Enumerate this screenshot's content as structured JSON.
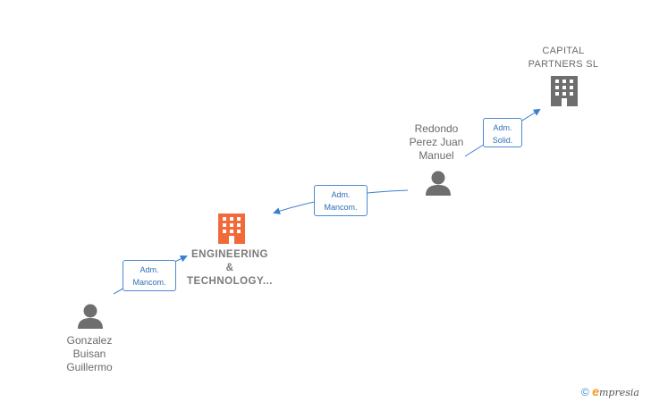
{
  "nodes": {
    "capital": {
      "label": "CAPITAL\nPARTNERS  SL",
      "icon": "building-icon",
      "color": "#6e6e6e"
    },
    "redondo": {
      "label": "Redondo\nPerez Juan\nManuel",
      "icon": "person-icon",
      "color": "#6e6e6e"
    },
    "engineering": {
      "label": "ENGINEERING\n&\nTECHNOLOGY...",
      "icon": "building-icon",
      "color": "#f26a3a"
    },
    "gonzalez": {
      "label": "Gonzalez\nBuisan\nGuillermo",
      "icon": "person-icon",
      "color": "#6e6e6e"
    }
  },
  "relations": {
    "r1": {
      "line1": "Adm.",
      "line2": "Solid."
    },
    "r2": {
      "line1": "Adm.",
      "line2": "Mancom."
    },
    "r3": {
      "line1": "Adm.",
      "line2": "Mancom."
    }
  },
  "colors": {
    "edge": "#3a7fd0"
  },
  "footer": {
    "copyright": "©",
    "brand_e": "e",
    "brand_rest": "mpresia"
  }
}
